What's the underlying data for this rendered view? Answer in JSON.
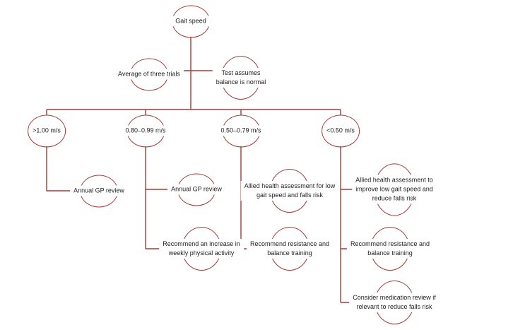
{
  "diagram": {
    "accent_color": "#A33B35",
    "root": {
      "label": "Gait speed"
    },
    "notes": {
      "average": {
        "label": "Average of three trials"
      },
      "balance": {
        "label": "Test assumes\nbalance is normal"
      }
    },
    "branches": [
      {
        "category": ">1.00 m/s",
        "steps": [
          "Annual GP review"
        ]
      },
      {
        "category": "0.80–0.99 m/s",
        "steps": [
          "Annual GP review",
          "Recommend an increase in\nweekly physical activity"
        ]
      },
      {
        "category": "0.50–0.79 m/s",
        "steps": [
          "Allied health assessment for low\ngait speed and falls risk",
          "Recommend resistance and\nbalance training"
        ]
      },
      {
        "category": "<0.50 m/s",
        "steps": [
          "Allied health assessment to\nimprove low gait speed and\nreduce falls risk",
          "Recommend resistance and\nbalance training",
          "Consider medication review if\nrelevant to reduce falls risk"
        ]
      }
    ]
  }
}
